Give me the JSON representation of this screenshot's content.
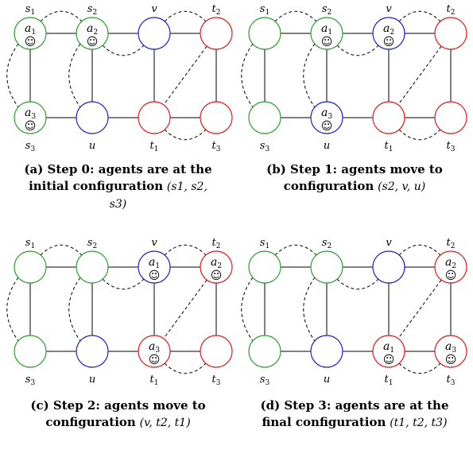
{
  "panels": [
    {
      "id": "a",
      "caption_bold": "(a) Step 0: agents are at the initial configuration",
      "caption_math": "(s1, s2, s3)",
      "agents": {
        "a1": "s1",
        "a2": "s2",
        "a3": "s3"
      }
    },
    {
      "id": "b",
      "caption_bold": "(b) Step 1: agents move to configuration",
      "caption_math": "(s2, v, u)",
      "agents": {
        "a1": "s2",
        "a2": "v",
        "a3": "u"
      }
    },
    {
      "id": "c",
      "caption_bold": "(c) Step 2: agents move to configuration",
      "caption_math": "(v, t2, t1)",
      "agents": {
        "a1": "v",
        "a2": "t2",
        "a3": "t1"
      }
    },
    {
      "id": "d",
      "caption_bold": "(d) Step 3: agents are at the final configuration",
      "caption_math": "(t1, t2, t3)",
      "agents": {
        "a1": "t1",
        "a2": "t2",
        "a3": "t3"
      }
    }
  ],
  "vertices": [
    {
      "id": "s1",
      "name": "s",
      "sub": "1",
      "color": "#2ca02c",
      "label_pos": "top"
    },
    {
      "id": "s2",
      "name": "s",
      "sub": "2",
      "color": "#2ca02c",
      "label_pos": "top"
    },
    {
      "id": "v",
      "name": "v",
      "sub": "",
      "color": "#1f1fcc",
      "label_pos": "top"
    },
    {
      "id": "t2",
      "name": "t",
      "sub": "2",
      "color": "#e31a1c",
      "label_pos": "top"
    },
    {
      "id": "s3",
      "name": "s",
      "sub": "3",
      "color": "#2ca02c",
      "label_pos": "bottom"
    },
    {
      "id": "u",
      "name": "u",
      "sub": "",
      "color": "#1f1fcc",
      "label_pos": "bottom"
    },
    {
      "id": "t1",
      "name": "t",
      "sub": "1",
      "color": "#e31a1c",
      "label_pos": "bottom"
    },
    {
      "id": "t3",
      "name": "t",
      "sub": "3",
      "color": "#e31a1c",
      "label_pos": "bottom"
    }
  ],
  "solid_edges": [
    [
      "s1",
      "s2"
    ],
    [
      "s2",
      "v"
    ],
    [
      "v",
      "t2"
    ],
    [
      "s3",
      "u"
    ],
    [
      "u",
      "t1"
    ],
    [
      "t1",
      "t3"
    ],
    [
      "s1",
      "s3"
    ],
    [
      "s2",
      "u"
    ],
    [
      "v",
      "t1"
    ],
    [
      "t2",
      "t3"
    ]
  ],
  "dashed_edges": [
    {
      "from": "s1",
      "to": "s2",
      "curve": "top"
    },
    {
      "from": "s2",
      "to": "v",
      "curve": "bottom"
    },
    {
      "from": "v",
      "to": "t2",
      "curve": "top"
    },
    {
      "from": "s1",
      "to": "s3",
      "curve": "left"
    },
    {
      "from": "s2",
      "to": "u",
      "curve": "left"
    },
    {
      "from": "t2",
      "to": "t1",
      "curve": "straight"
    },
    {
      "from": "t1",
      "to": "t3",
      "curve": "bottom"
    }
  ],
  "agent_symbol": "☺"
}
